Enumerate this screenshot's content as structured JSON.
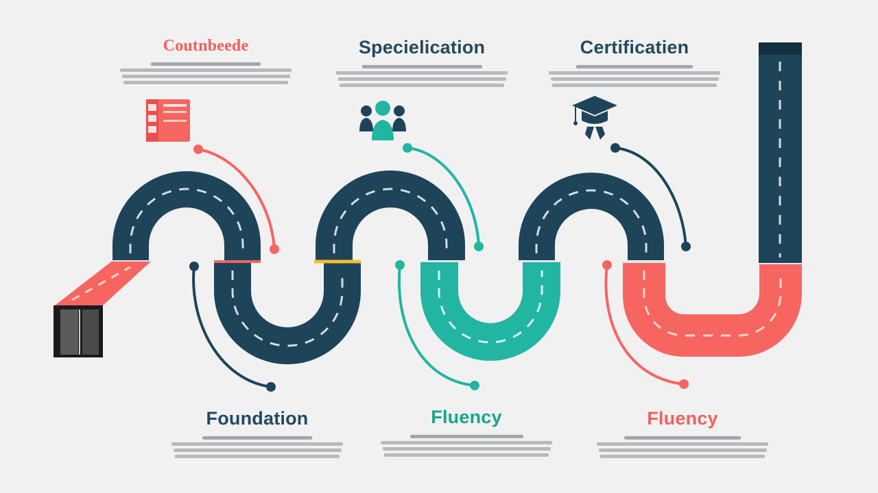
{
  "colors": {
    "navy": "#1e4459",
    "coral": "#f76561",
    "teal": "#22b5a2",
    "yellow": "#f3c12e",
    "text_navy": "#24495f",
    "text_teal": "#17a58f",
    "text_coral": "#f2605c",
    "background": "#f1f1f1"
  },
  "stages_top": [
    {
      "title": "Coutnbeede",
      "color": "#f2605c",
      "icon": "book-icon"
    },
    {
      "title": "Specielication",
      "color": "#24495f",
      "icon": "people-group-icon"
    },
    {
      "title": "Certificatien",
      "color": "#24495f",
      "icon": "graduation-cap-icon"
    }
  ],
  "stages_bottom": [
    {
      "title": "Foundation",
      "color": "#24495f"
    },
    {
      "title": "Fluency",
      "color": "#17a58f"
    },
    {
      "title": "Fluency",
      "color": "#f2605c"
    }
  ]
}
